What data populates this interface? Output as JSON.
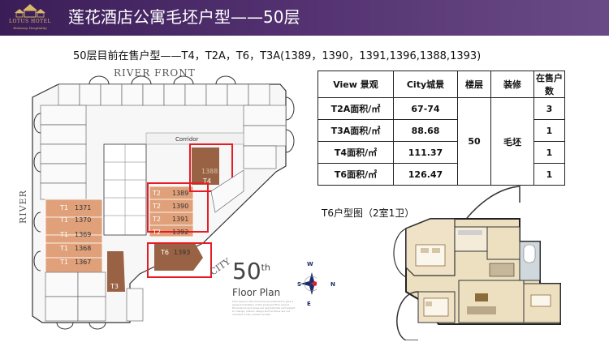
{
  "header": {
    "title": "莲花酒店公寓毛坯户型——50层",
    "logo_name": "LOTUS HOTEL",
    "logo_sub": "Embassy Hospitality"
  },
  "subtitle": "50层目前在售户型——T4，T2A，T6，T3A(1389，1390，1391,1396,1388,1393)",
  "plan": {
    "river_front": "RIVER FRONT",
    "river": "RIVER",
    "city": "CITY",
    "corridor": "Corridor",
    "floor_number": "50",
    "floor_suffix": "th",
    "floor_plan": "Floor Plan",
    "fine_print": "Floor plans in this brochure are intended to give a general indication of the proposed floor layout. Dimensions and areas are approximate and subject to change. Interior design and furniture are not included in the contract of sale.",
    "compass": {
      "n": "N",
      "s": "S",
      "e": "E",
      "w": "W"
    },
    "units": [
      {
        "type": "T1",
        "no": "1371"
      },
      {
        "type": "T1",
        "no": "1370"
      },
      {
        "type": "T1",
        "no": "1369"
      },
      {
        "type": "T1",
        "no": "1368"
      },
      {
        "type": "T1",
        "no": "1367"
      },
      {
        "type": "T2",
        "no": "1389"
      },
      {
        "type": "T2",
        "no": "1390"
      },
      {
        "type": "T2",
        "no": "1391"
      },
      {
        "type": "T2",
        "no": "1392"
      },
      {
        "type": "T6",
        "no": "1393"
      },
      {
        "type": "T4",
        "no": "1388"
      },
      {
        "type": "T3",
        "no": ""
      }
    ]
  },
  "table": {
    "headers": [
      "View 景观",
      "City城景",
      "楼层",
      "装修",
      "在售户数"
    ],
    "rows": [
      {
        "view": "T2A面积/㎡",
        "city": "67-74",
        "count": "3"
      },
      {
        "view": "T3A面积/㎡",
        "city": "88.68",
        "count": "1"
      },
      {
        "view": "T4面积/㎡",
        "city": "111.37",
        "count": "1"
      },
      {
        "view": "T6面积/㎡",
        "city": "126.47",
        "count": "1"
      }
    ],
    "floor": "50",
    "decoration": "毛坯"
  },
  "t6_title": "T6户型图（2室1卫）",
  "colors": {
    "header": "#4a2866",
    "salmon": "#e0a079",
    "brown": "#9a6244",
    "highlight": "#e51c24",
    "floor_wood": "#ede0c0"
  }
}
